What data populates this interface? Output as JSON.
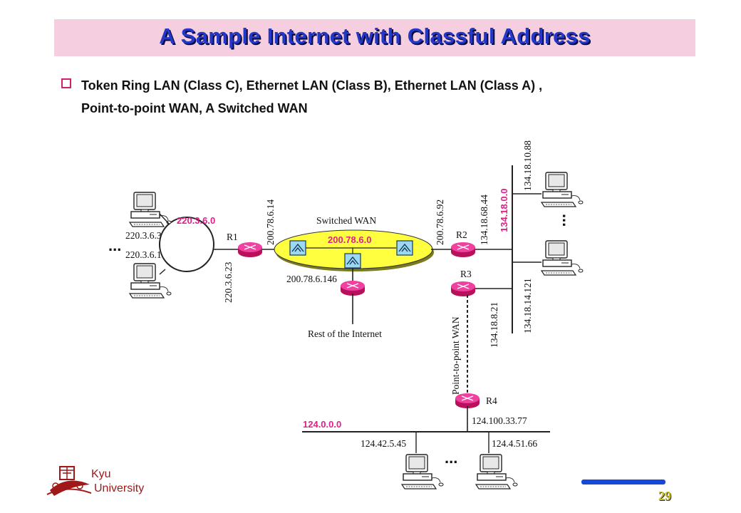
{
  "title": "A Sample Internet with Classful Address",
  "bullet": {
    "line1": "Token Ring LAN (Class C), Ethernet LAN (Class B), Ethernet LAN (Class A) ,",
    "line2": "Point-to-point WAN, A Switched WAN"
  },
  "diagram": {
    "token_ring": {
      "network": "220.3.6.0",
      "host1": "220.3.6.3",
      "host2": "220.3.6.1",
      "r1_iface": "220.3.6.23",
      "ellipsis": "..."
    },
    "routers": {
      "r1": "R1",
      "r2": "R2",
      "r3": "R3",
      "r4": "R4"
    },
    "switched_wan": {
      "name": "Switched WAN",
      "network": "200.78.6.0",
      "r1_iface": "200.78.6.14",
      "r2_iface": "200.78.6.92",
      "inet_iface": "200.78.6.146",
      "rest": "Rest of the Internet"
    },
    "ethernet_b": {
      "network": "134.18.0.0",
      "r2_iface": "134.18.68.44",
      "r3_iface": "134.18.8.21",
      "host_top": "134.18.10.88",
      "host_bottom": "134.18.14.121",
      "ellipsis": "..."
    },
    "p2p": {
      "name": "Point-to-point WAN"
    },
    "ethernet_a": {
      "network": "124.0.0.0",
      "r4_iface": "124.100.33.77",
      "host_left": "124.42.5.45",
      "host_right": "124.4.51.66",
      "ellipsis": "..."
    }
  },
  "footer": {
    "logo_line1": "Kyu",
    "logo_line2": "University",
    "page": "29"
  },
  "colors": {
    "title": "#2438c8",
    "title_bar": "#f5cfe0",
    "network_label": "#e0208a",
    "router": "#e0207a",
    "wan_fill": "#ffff40",
    "page_bar": "#1848d8"
  }
}
